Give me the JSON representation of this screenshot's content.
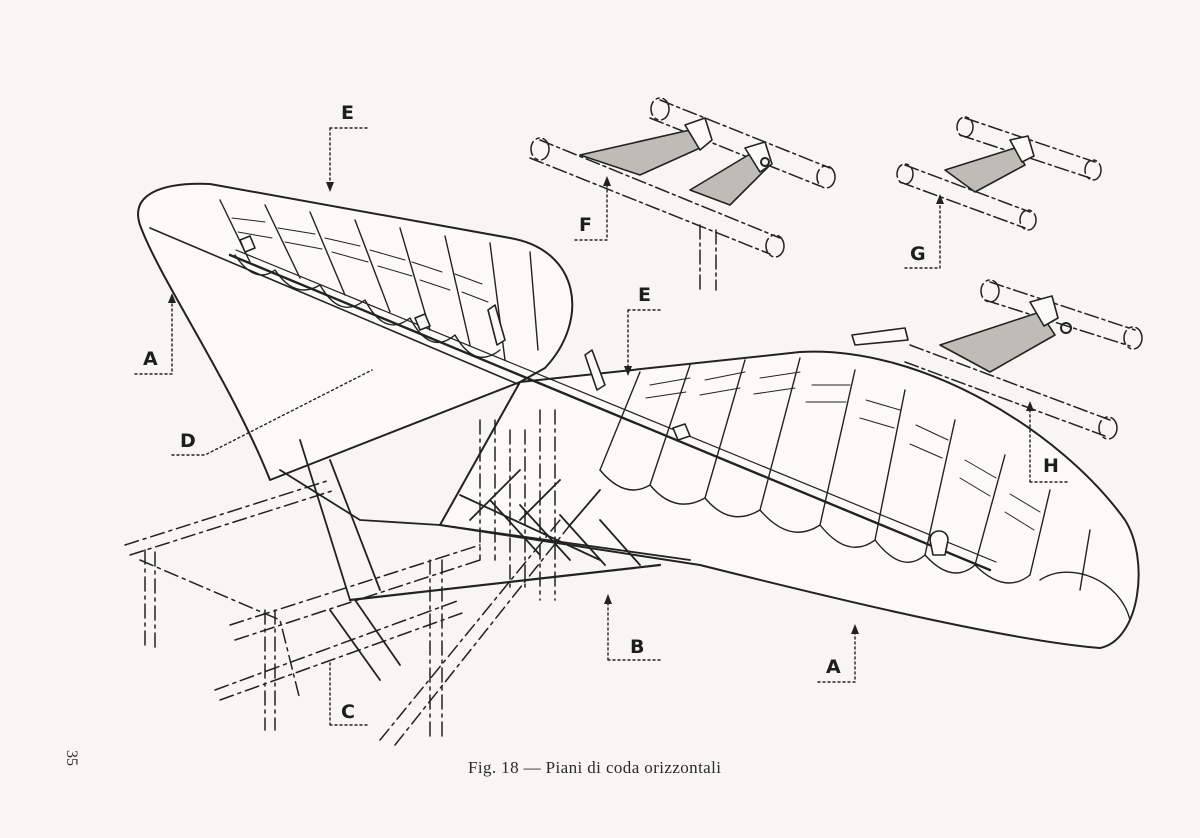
{
  "figure": {
    "caption": "Fig. 18 — Piani di coda orizzontali",
    "page_number": "35",
    "callouts": {
      "e_upper": "E",
      "e_lower": "E",
      "f": "F",
      "g": "G",
      "h": "H",
      "a_left": "A",
      "a_right": "A",
      "b": "B",
      "c": "C",
      "d": "D"
    }
  }
}
